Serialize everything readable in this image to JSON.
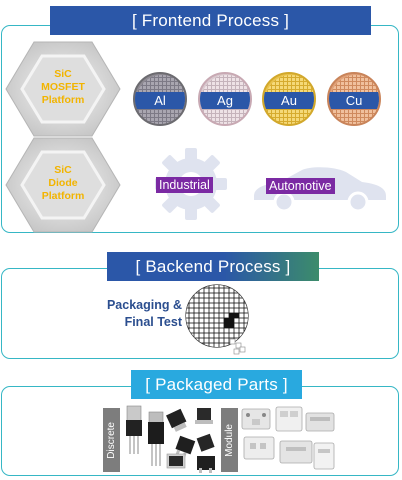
{
  "frontend": {
    "title": "[ Frontend Process ]",
    "platforms": [
      {
        "lines": [
          "SiC",
          "MOSFET",
          "Platform"
        ]
      },
      {
        "lines": [
          "SiC",
          "Diode",
          "Platform"
        ]
      }
    ],
    "metals": [
      "Al",
      "Ag",
      "Au",
      "Cu"
    ],
    "applications": [
      "Industrial",
      "Automotive"
    ],
    "colors": {
      "header": "#2b57a8",
      "hexagon": "#c9c9c9",
      "platform_text": "#f2b400",
      "tag": "#7b2aa3",
      "border": "#36b7c5"
    }
  },
  "backend": {
    "title": "[ Backend Process ]",
    "process_lines": [
      "Packaging &",
      "Final Test"
    ]
  },
  "packaged": {
    "title": "[ Packaged Parts ]",
    "discrete_label": "Discrete",
    "module_label": "Module"
  }
}
